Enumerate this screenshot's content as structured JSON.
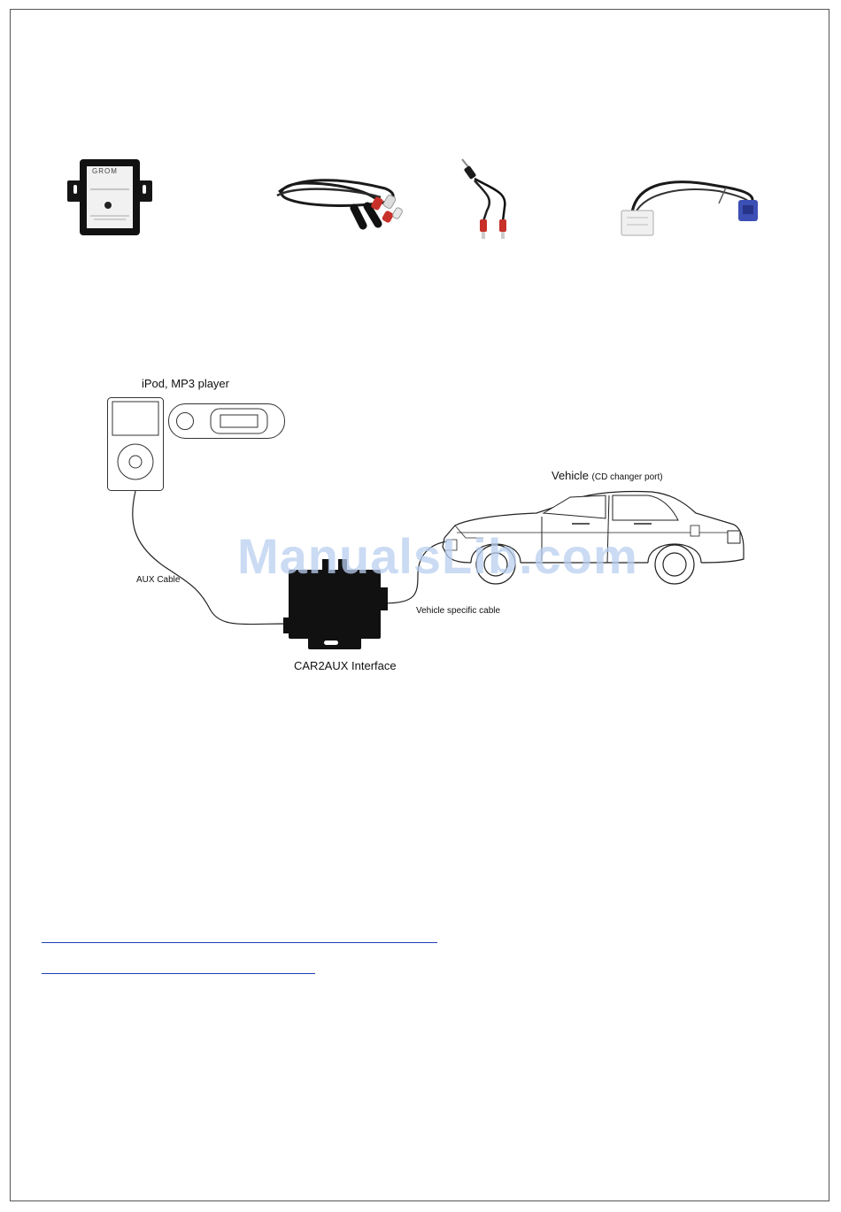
{
  "diagram": {
    "mp3_label": "iPod, MP3 player",
    "vehicle_label": "Vehicle",
    "vehicle_sub": "(CD changer port)",
    "aux_cable_label": "AUX Cable",
    "vehicle_cable_label": "Vehicle specific cable",
    "interface_label": "CAR2AUX Interface"
  },
  "products": {
    "interface_brand": "GROM"
  },
  "watermark": "ManualsLib.com",
  "colors": {
    "watermark": "#b9cff0",
    "link": "#1f3fb8",
    "cable_red": "#c8302a",
    "connector_blue": "#3c4fb5"
  }
}
